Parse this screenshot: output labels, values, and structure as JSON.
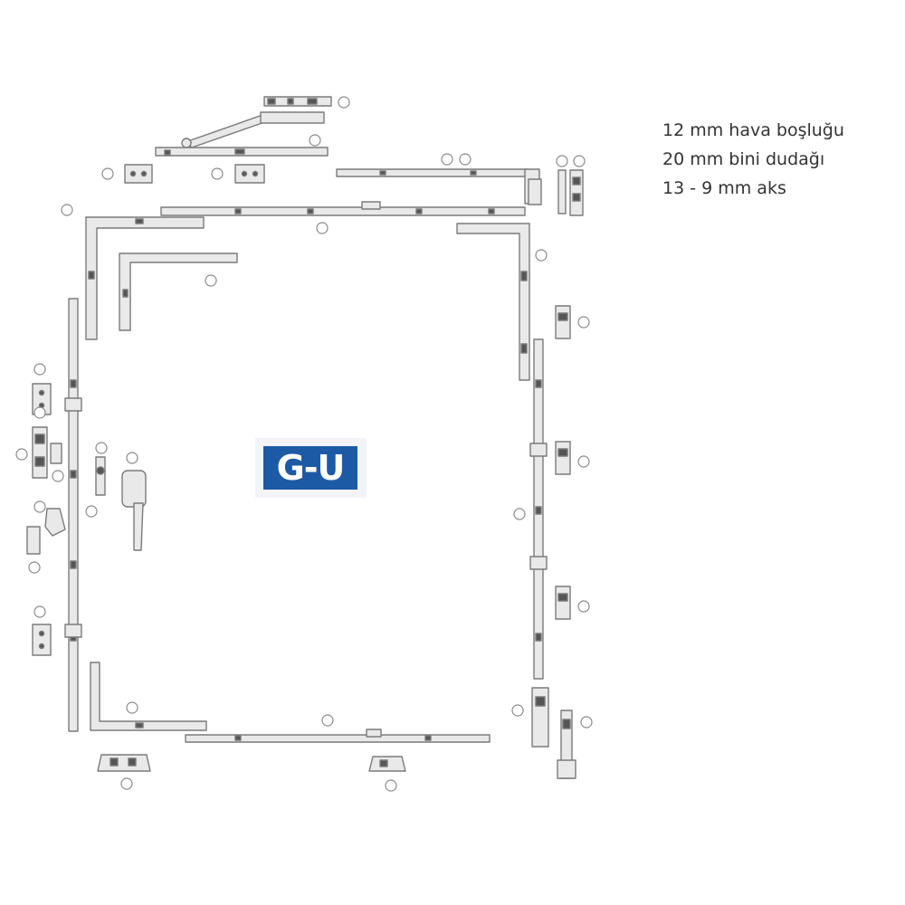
{
  "specs": [
    "12 mm hava boşluğu",
    "20 mm bini dudağı",
    "13 - 9 mm aks"
  ],
  "logo": {
    "text": "G-U",
    "color": "#1d5aa6"
  },
  "hardware": {
    "line_color": "#777777",
    "fill_color": "#e6e6e6",
    "callout_color": "#8a8a8a"
  }
}
